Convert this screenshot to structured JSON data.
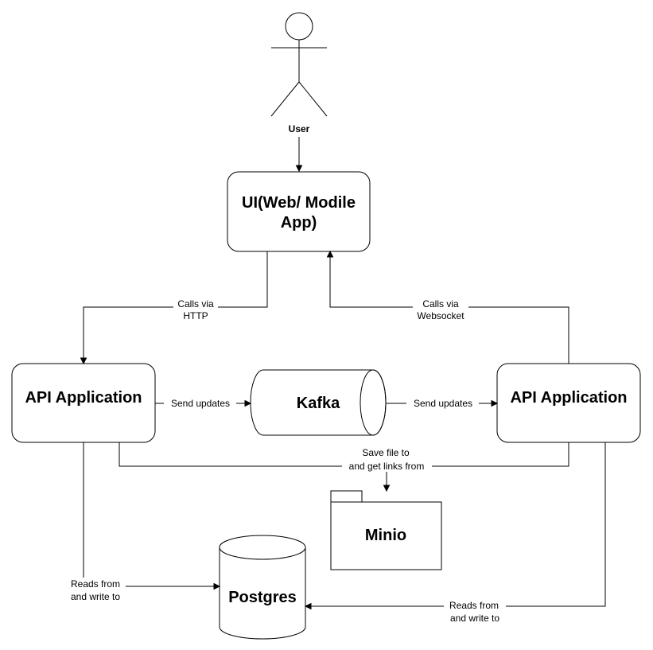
{
  "actor": {
    "label": "User"
  },
  "nodes": {
    "ui": {
      "line1": "UI(Web/ Modile",
      "line2": "App)"
    },
    "api_left": {
      "label": "API Application"
    },
    "api_right": {
      "label": "API Application"
    },
    "kafka": {
      "label": "Kafka"
    },
    "minio": {
      "label": "Minio"
    },
    "postgres": {
      "label": "Postgres"
    }
  },
  "edges": {
    "calls_http": {
      "line1": "Calls via",
      "line2": "HTTP"
    },
    "calls_ws": {
      "line1": "Calls via",
      "line2": "Websocket"
    },
    "send_left": {
      "label": "Send updates"
    },
    "send_right": {
      "label": "Send updates"
    },
    "minio_edge": {
      "line1": "Save file to",
      "line2": "and get links from"
    },
    "pg_left": {
      "line1": "Reads from",
      "line2": "and write to"
    },
    "pg_right": {
      "line1": "Reads from",
      "line2": "and write to"
    }
  }
}
